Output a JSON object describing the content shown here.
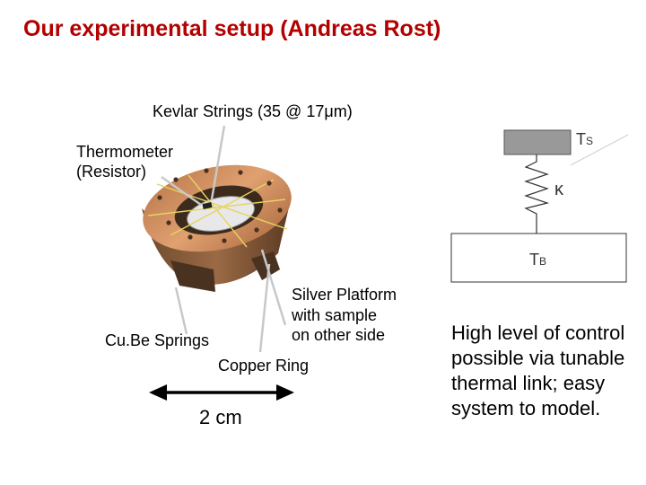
{
  "slide": {
    "title": "Our experimental setup (Andreas Rost)"
  },
  "photo_labels": {
    "kevlar": "Kevlar Strings (35 @ 17μm)",
    "thermometer_line1": "Thermometer",
    "thermometer_line2": "(Resistor)",
    "silver_line1": "Silver Platform",
    "silver_line2": "with sample",
    "silver_line3": "on other side",
    "springs": "Cu.Be Springs",
    "copper_ring": "Copper Ring",
    "scale": "2 cm"
  },
  "thermal_model": {
    "ts_main": "T",
    "ts_sub": "S",
    "kappa": "κ",
    "tb_main": "T",
    "tb_sub": "B"
  },
  "conclusion": {
    "line1": "High level of control",
    "line2": "possible via tunable",
    "line3": "thermal link; easy",
    "line4": "system to model."
  },
  "colors": {
    "title": "#b30000",
    "copper": "#c8804e",
    "sample_box": "#999999",
    "pointer": "#c8c8c8"
  }
}
